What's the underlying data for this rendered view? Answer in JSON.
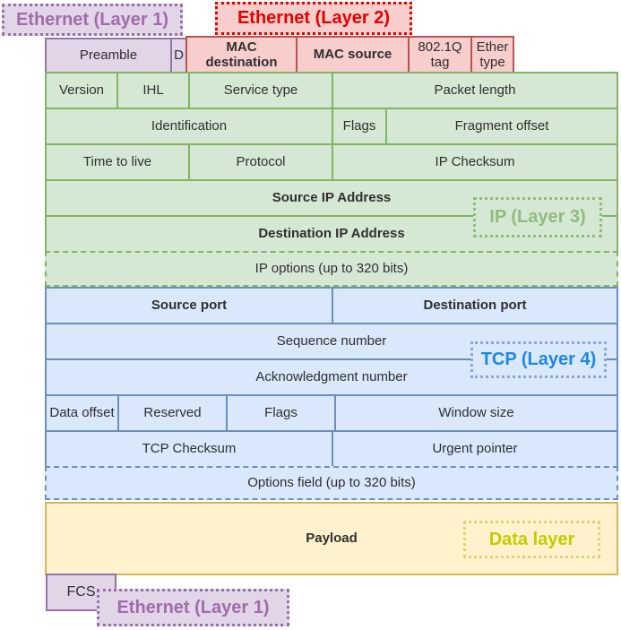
{
  "layer_labels": {
    "ethernet_l1_top": "Ethernet (Layer 1)",
    "ethernet_l2": "Ethernet (Layer 2)",
    "ip_l3": "IP (Layer 3)",
    "tcp_l4": "TCP (Layer 4)",
    "data_layer": "Data layer",
    "ethernet_l1_bottom": "Ethernet (Layer 1)"
  },
  "ethernet_header": {
    "preamble": "Preamble",
    "sfd": "D",
    "mac_destination": "MAC destination",
    "mac_source": "MAC source",
    "dot1q_tag": "802.1Q tag",
    "ether_type": "Ether type",
    "fcs": "FCS"
  },
  "ip_header": {
    "version": "Version",
    "ihl": "IHL",
    "service_type": "Service type",
    "packet_length": "Packet length",
    "identification": "Identification",
    "flags": "Flags",
    "fragment_offset": "Fragment offset",
    "time_to_live": "Time to live",
    "protocol": "Protocol",
    "ip_checksum": "IP Checksum",
    "source_ip": "Source IP Address",
    "destination_ip": "Destination IP Address",
    "ip_options": "IP options (up to 320 bits)"
  },
  "tcp_header": {
    "source_port": "Source port",
    "destination_port": "Destination port",
    "sequence_number": "Sequence number",
    "acknowledgment_number": "Acknowledgment number",
    "data_offset": "Data offset",
    "reserved": "Reserved",
    "flags": "Flags",
    "window_size": "Window size",
    "tcp_checksum": "TCP Checksum",
    "urgent_pointer": "Urgent pointer",
    "options_field": "Options field (up to 320 bits)"
  },
  "data_section": {
    "payload": "Payload"
  },
  "colors": {
    "purple_fill": "#e1d5e7",
    "purple_stroke": "#9673a6",
    "red_fill": "#f8cecc",
    "red_stroke": "#b85450",
    "red_label_text": "#e60000",
    "green_fill": "#d5e8d4",
    "green_stroke": "#82b366",
    "green_label_text": "#8fbc7d",
    "blue_fill": "#dae8fc",
    "blue_stroke": "#6c8ebf",
    "blue_label_text": "#1e87e5",
    "yellow_fill": "#fff2cc",
    "yellow_stroke": "#d6b656",
    "yellow_label_text": "#c3cc00"
  }
}
